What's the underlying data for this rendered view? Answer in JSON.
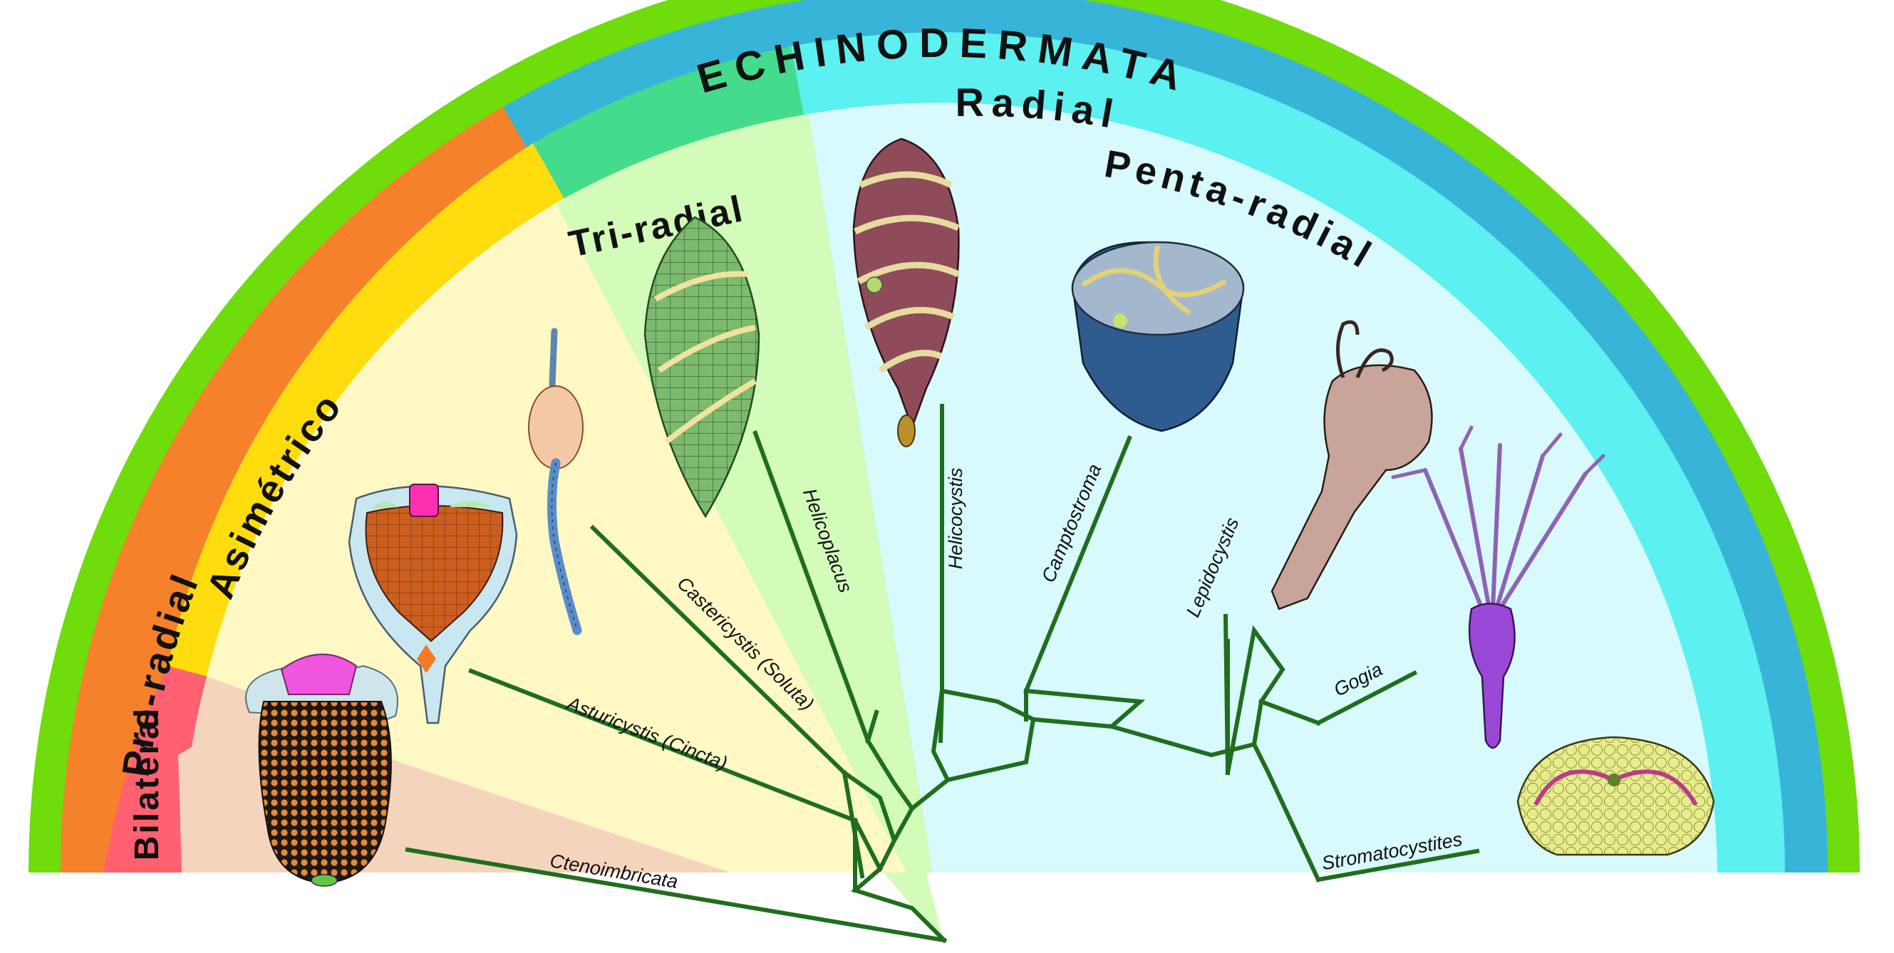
{
  "colors": {
    "echinodermata_band": "#6fdc0b",
    "preradial_band": "#f5822a",
    "asimetrico_band": "#ffdc0e",
    "bilateral_band": "#ff6171",
    "triradial_band": "#44dc8c",
    "radial_band": "#38b4d8",
    "pentaradial_band": "#5cf0f0",
    "bilateral_sector": "#f5d4bd",
    "asimetrico_sector": "#fdf8c4",
    "triradial_sector": "#d3fbba",
    "radial_sector": "#d8fafc",
    "tree_lines": "#1f6e1f"
  },
  "bands": {
    "echinodermata": "ECHINODERMATA",
    "pre_radial": "Pre-radial",
    "asimetrico": "Asimétrico",
    "bilateral": "Bilateral",
    "tri_radial": "Tri-radial",
    "radial": "Radial",
    "penta_radial": "Penta-radial"
  },
  "taxa": {
    "ctenoimbricata": "Ctenoimbricata",
    "asturicystis": "Asturicystis (Cincta)",
    "castericystis": "Castericystis (Soluta)",
    "helicoplacus": "Helicoplacus",
    "helicocystis": "Helicocystis",
    "camptostroma": "Camptostroma",
    "lepidocystis": "Lepidocystis",
    "gogia": "Gogia",
    "stromatocystites": "Stromatocystites"
  },
  "icons": {
    "ctenoimbricata": "ctenoimbricata-fossil-icon",
    "asturicystis": "asturicystis-fossil-icon",
    "castericystis": "castericystis-fossil-icon",
    "helicoplacus": "helicoplacus-fossil-icon",
    "helicocystis": "helicocystis-fossil-icon",
    "camptostroma": "camptostroma-fossil-icon",
    "lepidocystis": "lepidocystis-fossil-icon",
    "gogia": "gogia-fossil-icon",
    "stromatocystites": "stromatocystites-fossil-icon"
  }
}
